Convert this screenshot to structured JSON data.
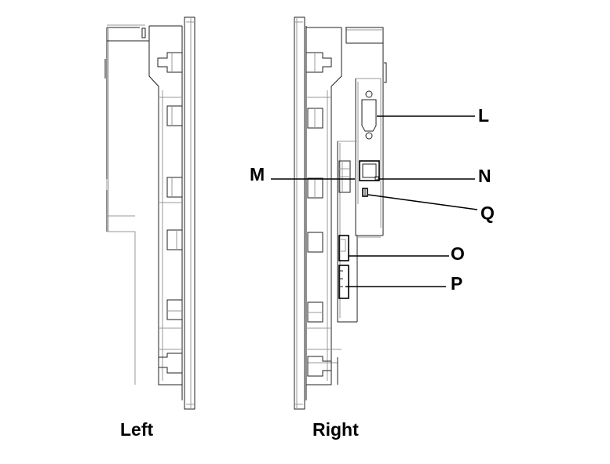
{
  "diagram": {
    "views": [
      {
        "id": "left",
        "caption": "Left"
      },
      {
        "id": "right",
        "caption": "Right"
      }
    ],
    "callouts": [
      {
        "id": "L",
        "label": "L",
        "target": "serial-port-connector"
      },
      {
        "id": "M",
        "label": "M",
        "target": "side-connector-block"
      },
      {
        "id": "N",
        "label": "N",
        "target": "ethernet-port"
      },
      {
        "id": "Q",
        "label": "Q",
        "target": "small-port"
      },
      {
        "id": "O",
        "label": "O",
        "target": "card-slot-upper"
      },
      {
        "id": "P",
        "label": "P",
        "target": "card-slot-lower"
      }
    ],
    "colors": {
      "line": "#222222",
      "light_line": "#999999",
      "text": "#000000",
      "background": "#ffffff"
    }
  }
}
